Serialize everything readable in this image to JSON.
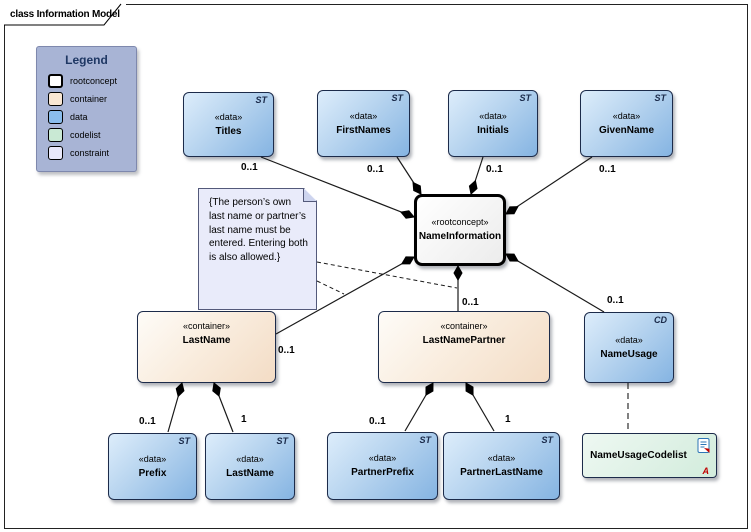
{
  "frame": {
    "title": "class Information Model"
  },
  "legend": {
    "title": "Legend",
    "items": [
      {
        "label": "rootconcept",
        "color": "#ffffff"
      },
      {
        "label": "container",
        "color": "#f9e7d3"
      },
      {
        "label": "data",
        "color": "#8abdec"
      },
      {
        "label": "codelist",
        "color": "#c9e9d4"
      },
      {
        "label": "constraint",
        "color": "#e9e9fb"
      }
    ]
  },
  "nodes": {
    "titles": {
      "stereotype": "«data»",
      "name": "Titles",
      "tag": "ST"
    },
    "firstnames": {
      "stereotype": "«data»",
      "name": "FirstNames",
      "tag": "ST"
    },
    "initials": {
      "stereotype": "«data»",
      "name": "Initials",
      "tag": "ST"
    },
    "givenname": {
      "stereotype": "«data»",
      "name": "GivenName",
      "tag": "ST"
    },
    "nameinformation": {
      "stereotype": "«rootconcept»",
      "name": "NameInformation"
    },
    "lastname_container": {
      "stereotype": "«container»",
      "name": "LastName"
    },
    "lastnamepartner": {
      "stereotype": "«container»",
      "name": "LastNamePartner"
    },
    "nameusage": {
      "stereotype": "«data»",
      "name": "NameUsage",
      "tag": "CD"
    },
    "nameusagecodelist": {
      "name": "NameUsageCodelist",
      "marker": "A"
    },
    "prefix": {
      "stereotype": "«data»",
      "name": "Prefix",
      "tag": "ST"
    },
    "lastname_data": {
      "stereotype": "«data»",
      "name": "LastName",
      "tag": "ST"
    },
    "partnerprefix": {
      "stereotype": "«data»",
      "name": "PartnerPrefix",
      "tag": "ST"
    },
    "partnerlastname": {
      "stereotype": "«data»",
      "name": "PartnerLastName",
      "tag": "ST"
    }
  },
  "note": {
    "text": "{The person’s own last name or partner’s last name must be entered. Entering both is also allowed.}"
  },
  "multiplicities": {
    "titles": "0..1",
    "firstnames": "0..1",
    "initials": "0..1",
    "givenname": "0..1",
    "lastname": "0..1",
    "lastnamepartner": "0..1",
    "nameusage": "0..1",
    "prefix": "0..1",
    "lastname_data": "1",
    "partnerprefix": "0..1",
    "partnerlastname": "1"
  },
  "colors": {
    "data_fill": "#8abdec",
    "container_fill": "#f3dcc5",
    "codelist_fill": "#d2ecdc",
    "constraint_fill": "#e9ebfa",
    "legend_bg": "#a8b4d5",
    "marker_red": "#c00000",
    "legend_title": "#1f3864"
  }
}
